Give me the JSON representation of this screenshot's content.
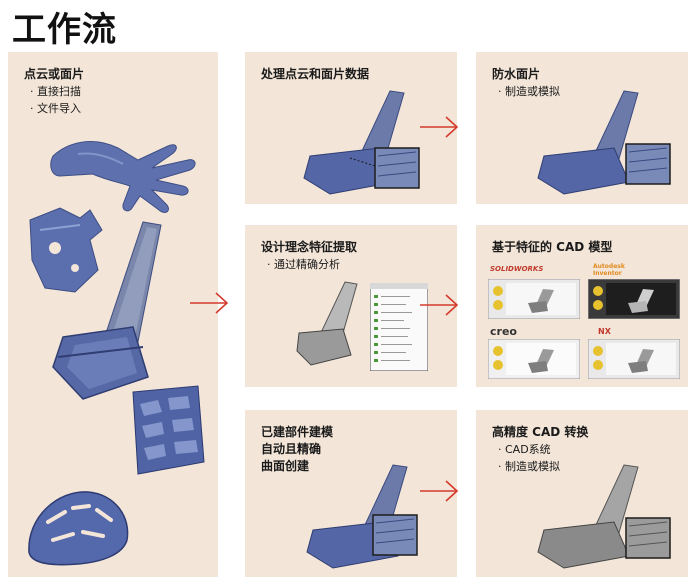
{
  "title": "工作流",
  "left_panel": {
    "heading": "点云或面片",
    "bullets": [
      "· 直接扫描",
      "· 文件导入"
    ]
  },
  "panels": {
    "process": {
      "heading": "处理点云和面片数据"
    },
    "watertight": {
      "heading": "防水面片",
      "bullets": [
        "· 制造或模拟"
      ]
    },
    "design_intent": {
      "heading": "设计理念特征提取",
      "bullets": [
        "· 通过精确分析"
      ]
    },
    "feature_cad": {
      "heading": "基于特征的 CAD 模型"
    },
    "built_model": {
      "heading_lines": [
        "已建部件建模",
        "自动且精确",
        "曲面创建"
      ]
    },
    "hp_cad": {
      "heading": "高精度 CAD 转换",
      "bullets": [
        "· CAD系统",
        "· 制造或模拟"
      ]
    }
  },
  "cad_logos": [
    "SOLIDWORKS",
    "Autodesk Inventor",
    "creo",
    "NX"
  ],
  "colors": {
    "panel_bg": "#f3e6d9",
    "arrow": "#d43a2c",
    "scan_blue": "#5a6fae",
    "cad_gray": "#8a8a8a"
  }
}
